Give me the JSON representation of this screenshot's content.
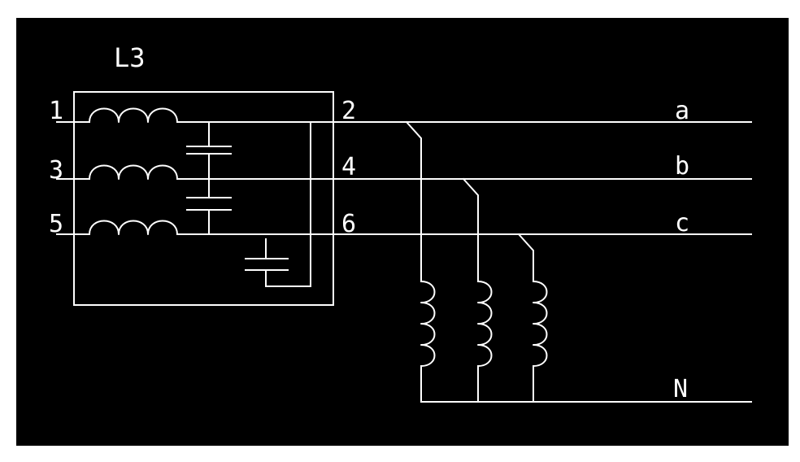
{
  "colors": {
    "background": "#000000",
    "frame": "#ffffff",
    "line": "#ffffff"
  },
  "filter": {
    "title": "L3",
    "terminals": {
      "in_1": "1",
      "in_3": "3",
      "in_5": "5",
      "out_2": "2",
      "out_4": "4",
      "out_6": "6"
    }
  },
  "phases": {
    "a": "a",
    "b": "b",
    "c": "c",
    "n": "N"
  }
}
